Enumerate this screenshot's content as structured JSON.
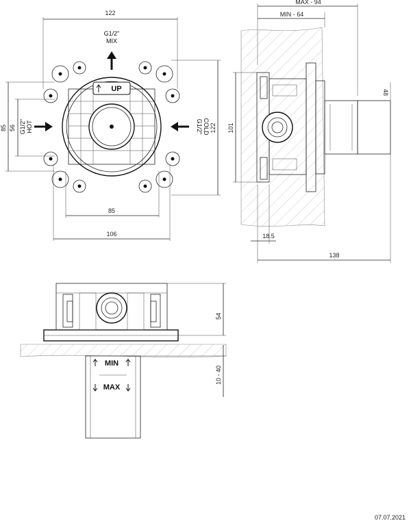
{
  "front_view": {
    "dim_top": "122",
    "dim_85_bottom": "85",
    "dim_106": "106",
    "dim_85_left": "85",
    "dim_56": "56",
    "dim_122_right": "122",
    "mix_label_1": "G1/2\"",
    "mix_label_2": "MIX",
    "hot_label_1": "G1/2\"",
    "hot_label_2": "HOT",
    "cold_label_1": "G1/2\"",
    "cold_label_2": "COLD",
    "up_label": "UP"
  },
  "side_view": {
    "dim_max": "MAX - 94",
    "dim_min": "MIN - 64",
    "dim_101": "101",
    "dim_18_5": "18.5",
    "dim_138": "138",
    "dim_diam": "48"
  },
  "bottom_view": {
    "dim_54": "54",
    "dim_10_40": "10 - 40",
    "min_label": "MIN",
    "max_label": "MAX"
  },
  "footer": {
    "date": "07.07.2021"
  }
}
